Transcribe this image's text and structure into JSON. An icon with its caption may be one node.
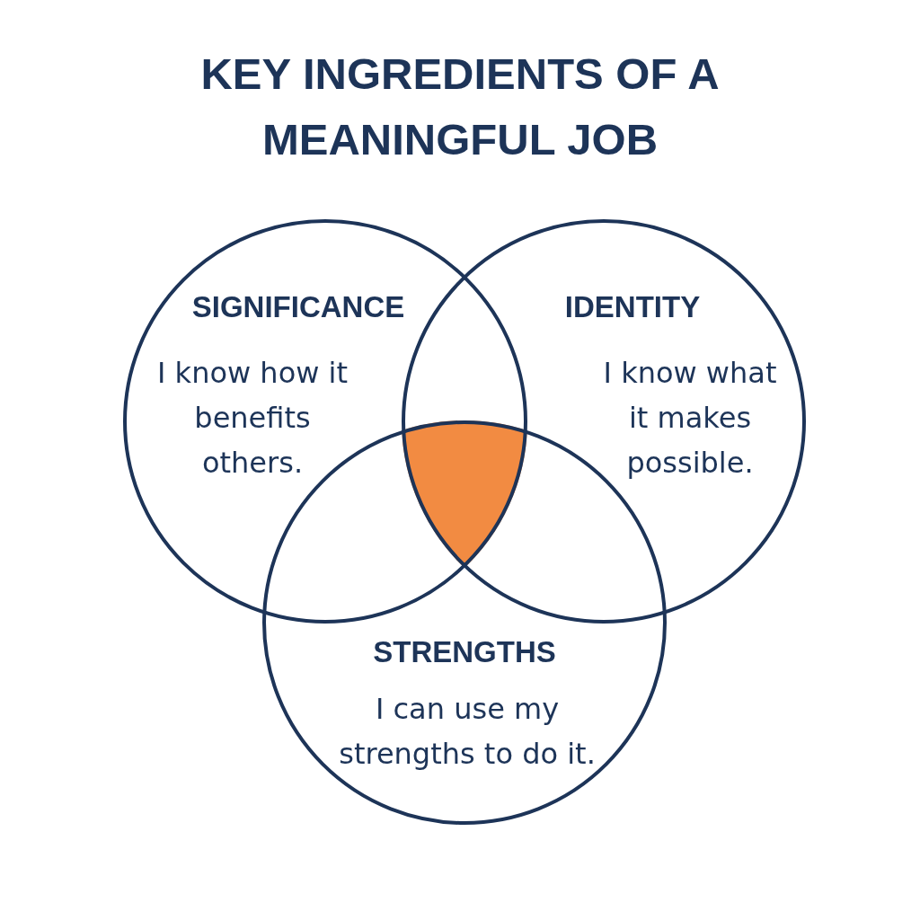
{
  "diagram": {
    "title": "KEY INGREDIENTS OF A MEANINGFUL JOB",
    "nodes": [
      {
        "text": [
          "SIGNIFICANCE",
          "I know how it benefits others."
        ]
      },
      {
        "text": [
          "IDENTITY",
          "I know what it makes possible."
        ]
      },
      {
        "text": [
          "STRENGTHS",
          "I can use my strengths to do it."
        ]
      },
      {
        "text": [],
        "shape": "triangle"
      }
    ]
  }
}
